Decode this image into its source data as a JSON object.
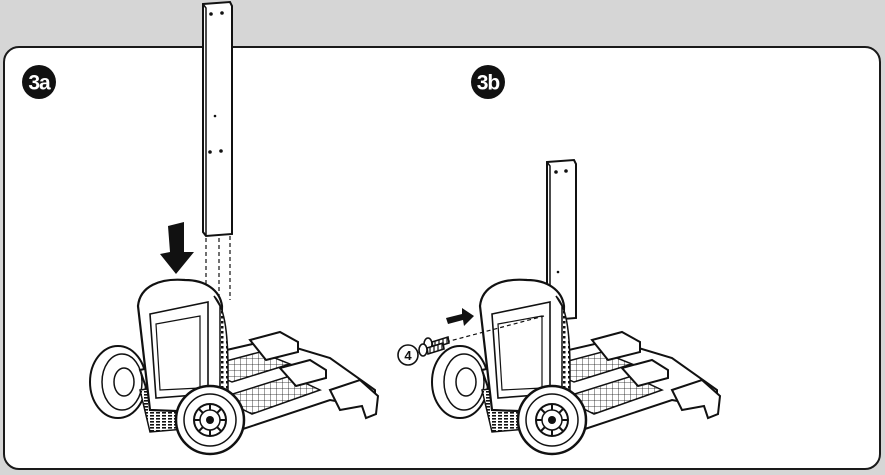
{
  "steps": [
    {
      "label": "3a"
    },
    {
      "label": "3b"
    }
  ],
  "callout": {
    "quantity": "4"
  },
  "colors": {
    "background": "#d6d6d6",
    "panel": "#ffffff",
    "ink": "#1a1a1a",
    "badge": "#111111"
  }
}
